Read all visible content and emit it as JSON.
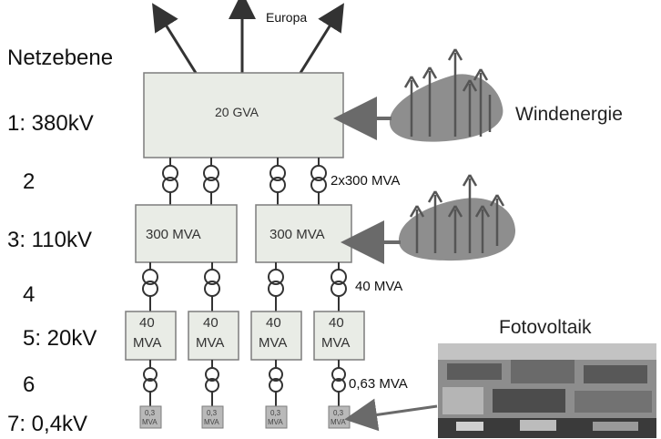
{
  "title": "Netzebene",
  "levels": [
    {
      "id": "l1",
      "label": "1: 380kV"
    },
    {
      "id": "l2",
      "label": "2"
    },
    {
      "id": "l3",
      "label": "3: 110kV"
    },
    {
      "id": "l4",
      "label": "4"
    },
    {
      "id": "l5",
      "label": "5: 20kV"
    },
    {
      "id": "l6",
      "label": "6"
    },
    {
      "id": "l7",
      "label": "7: 0,4kV"
    }
  ],
  "boxes": {
    "ehv": "20 GVA",
    "hv": [
      "300 MVA",
      "300 MVA"
    ],
    "mv": [
      [
        "40",
        "MVA"
      ],
      [
        "40",
        "MVA"
      ],
      [
        "40",
        "MVA"
      ],
      [
        "40",
        "MVA"
      ]
    ],
    "lv": [
      [
        "0,3",
        "MVA"
      ],
      [
        "0,3",
        "MVA"
      ],
      [
        "0,3",
        "MVA"
      ],
      [
        "0,3",
        "MVA"
      ]
    ]
  },
  "transformer_labels": {
    "level2": "2x300 MVA",
    "level4": "40 MVA",
    "level6": "0,63 MVA"
  },
  "export_label": "Europa",
  "sources": {
    "wind": "Windenergie",
    "pv": "Fotovoltaik"
  },
  "colors": {
    "box_fill": "#e9ece6",
    "box_border": "#7d7d7d",
    "cloud": "#8e8e8e",
    "line": "#333333"
  }
}
